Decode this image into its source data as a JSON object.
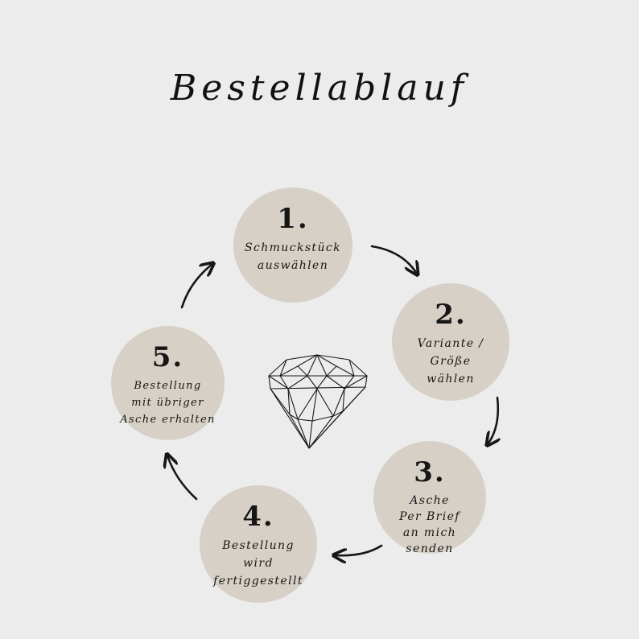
{
  "title": "Bestellablauf",
  "steps": [
    {
      "number": "1.",
      "label": "Schmuckstück\nauswählen"
    },
    {
      "number": "2.",
      "label": "Variante /\nGröße\nwählen"
    },
    {
      "number": "3.",
      "label": "Asche\nPer Brief\nan mich\nsenden"
    },
    {
      "number": "4.",
      "label": "Bestellung\nwird\nfertiggestellt"
    },
    {
      "number": "5.",
      "label": "Bestellung\nmit übriger\nAsche erhalten"
    }
  ],
  "colors": {
    "background": "#ececec",
    "circle_fill": "#d7d0c6",
    "ink": "#161616"
  },
  "icons": {
    "center": "diamond-icon",
    "connector": "curved-arrow-icon"
  }
}
